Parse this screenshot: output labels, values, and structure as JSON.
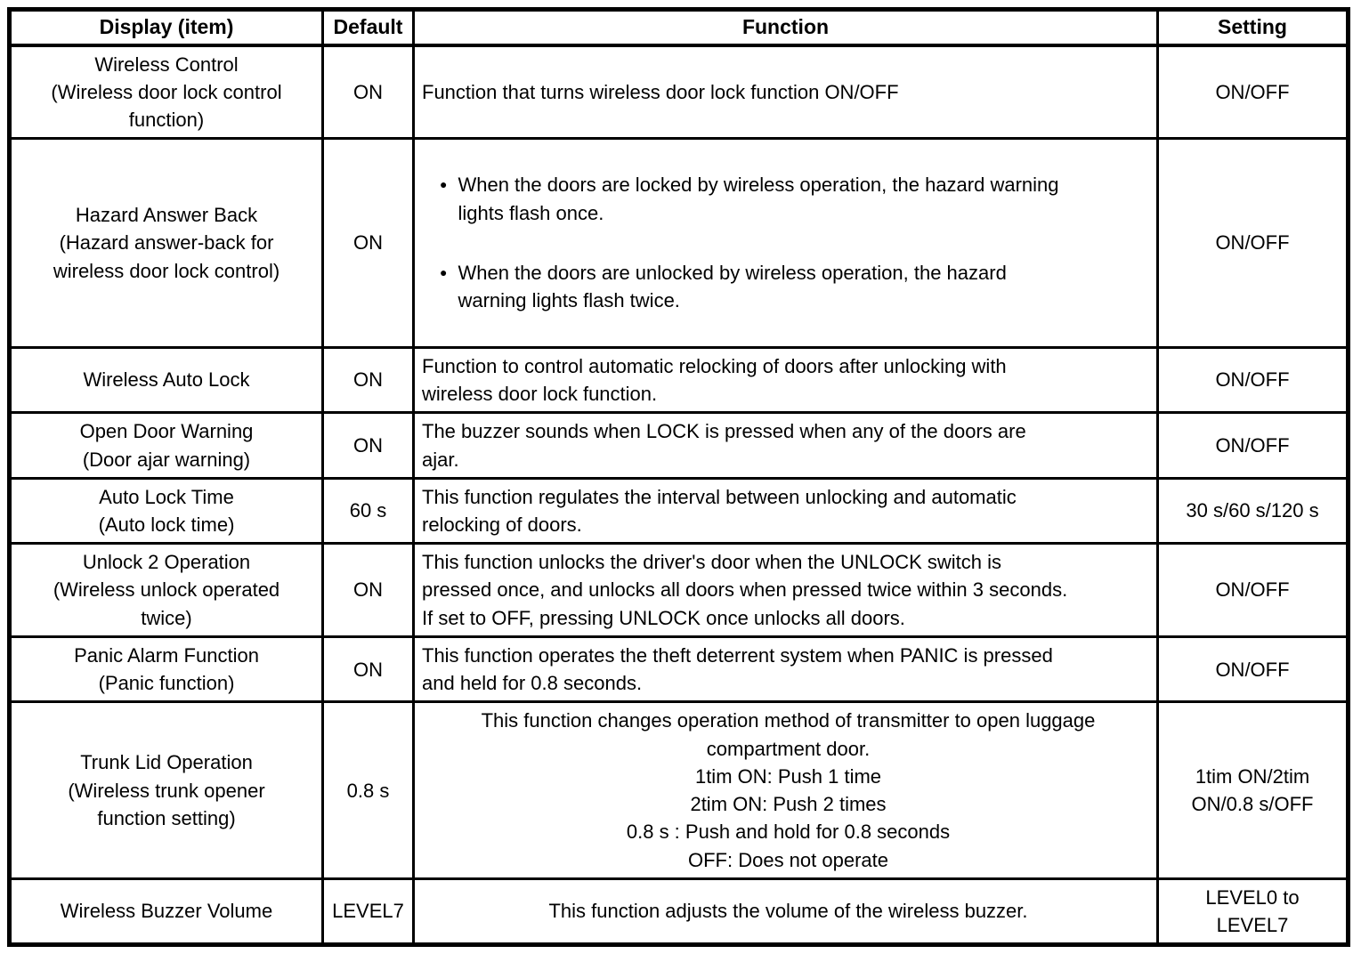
{
  "page": {
    "background_color": "#ffffff",
    "text_color": "#000000",
    "border_color": "#000000"
  },
  "icons": {
    "bullet": "●"
  },
  "table": {
    "headers": [
      "Display (item)",
      "Default",
      "Function",
      "Setting"
    ],
    "rows": [
      {
        "display": "Wireless Control\n(Wireless door lock control\nfunction)",
        "default": "ON",
        "function": "Function that turns wireless door lock function ON/OFF",
        "setting": "ON/OFF"
      },
      {
        "display": "Hazard Answer Back\n(Hazard answer-back for\nwireless door lock control)",
        "default": "ON",
        "function_bullets": [
          "When the doors are locked by wireless operation, the hazard warning\nlights flash once.",
          "When the doors are unlocked by wireless operation, the hazard\nwarning lights flash twice."
        ],
        "setting": "ON/OFF"
      },
      {
        "display": "Wireless Auto Lock",
        "default": "ON",
        "function": "Function to control automatic relocking of doors after unlocking with\nwireless door lock function.",
        "setting": "ON/OFF"
      },
      {
        "display": "Open Door Warning\n(Door ajar warning)",
        "default": "ON",
        "function": "The buzzer sounds when LOCK is pressed when any of the doors are\najar.",
        "setting": "ON/OFF"
      },
      {
        "display": "Auto Lock Time\n(Auto lock time)",
        "default": "60 s",
        "function": "This function regulates the interval between unlocking and automatic\nrelocking of doors.",
        "setting": "30 s/60 s/120 s"
      },
      {
        "display": "Unlock 2 Operation\n(Wireless unlock operated\ntwice)",
        "default": "ON",
        "function": "This function unlocks the driver's door when the UNLOCK switch is\npressed once, and unlocks all doors when pressed twice within 3 seconds.\nIf set to OFF, pressing UNLOCK once unlocks all doors.",
        "setting": "ON/OFF"
      },
      {
        "display": "Panic Alarm Function\n(Panic function)",
        "default": "ON",
        "function": "This function operates the theft deterrent system when PANIC is pressed\nand held for 0.8 seconds.",
        "setting": "ON/OFF"
      },
      {
        "display": "Trunk Lid Operation\n(Wireless trunk opener\nfunction setting)",
        "default": "0.8 s",
        "function": "This function changes operation method of transmitter to open luggage\ncompartment door.\n1tim ON: Push 1 time\n2tim ON: Push 2 times\n0.8 s : Push and hold for 0.8 seconds\nOFF: Does not operate",
        "setting": "1tim ON/2tim\nON/0.8 s/OFF"
      },
      {
        "display": "Wireless Buzzer Volume",
        "default": "LEVEL7",
        "function": "This function adjusts the volume of the wireless buzzer.",
        "setting": "LEVEL0 to\nLEVEL7"
      }
    ]
  }
}
